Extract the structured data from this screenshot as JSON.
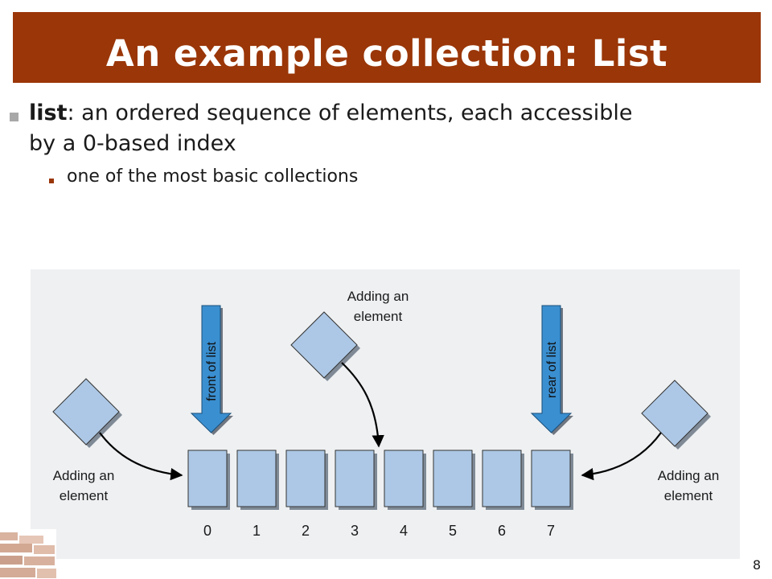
{
  "title": "An example collection: List",
  "bullet1": {
    "term": "list",
    "rest": ": an ordered sequence of elements, each accessible",
    "line2": "by a 0-based index"
  },
  "bullet2": "one of the most basic collections",
  "diagram": {
    "indices": [
      "0",
      "1",
      "2",
      "3",
      "4",
      "5",
      "6",
      "7"
    ],
    "front_label": "front of list",
    "rear_label": "rear of list",
    "adding_line1": "Adding an",
    "adding_line2": "element"
  },
  "page_number": "8",
  "colors": {
    "title_bar": "#9a3608",
    "box_fill": "#adc8e6",
    "arrow_fill": "#3a8fd0",
    "figure_bg": "#eef0f2"
  }
}
